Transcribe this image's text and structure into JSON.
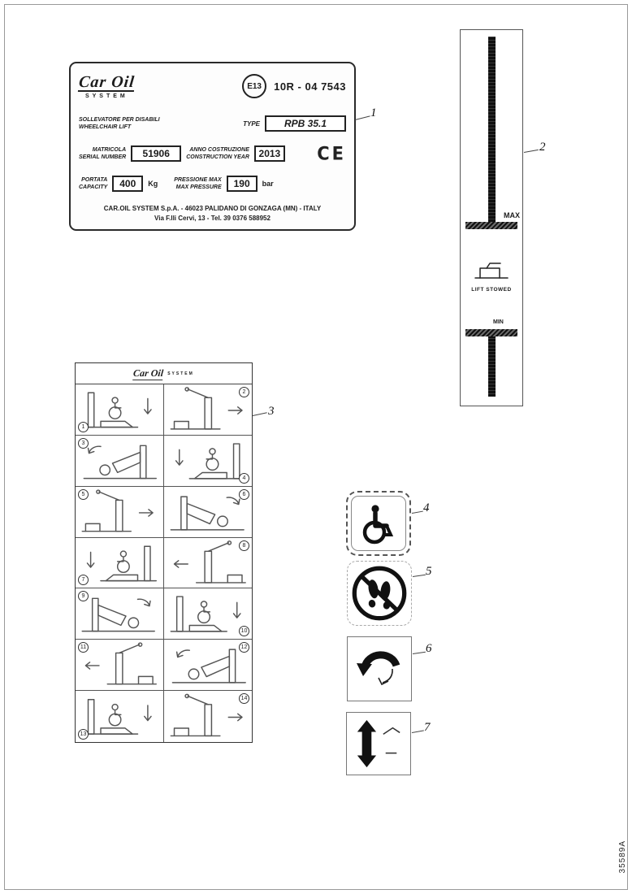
{
  "page": {
    "doc_code": "35589A"
  },
  "callouts": [
    {
      "n": "1"
    },
    {
      "n": "2"
    },
    {
      "n": "3"
    },
    {
      "n": "4"
    },
    {
      "n": "5"
    },
    {
      "n": "6"
    },
    {
      "n": "7"
    }
  ],
  "data_plate": {
    "brand": "Car Oil",
    "brand_sub": "SYSTEM",
    "e_mark": "E13",
    "approval": "10R - 04 7543",
    "product_line1": "SOLLEVATORE PER DISABILI",
    "product_line2": "WHEELCHAIR LIFT",
    "type_label": "TYPE",
    "type_value": "RPB 35.1",
    "serial_label_line1": "MATRICOLA",
    "serial_label_line2": "SERIAL NUMBER",
    "serial_value": "51906",
    "year_label_line1": "ANNO COSTRUZIONE",
    "year_label_line2": "CONSTRUCTION YEAR",
    "year_value": "2013",
    "ce_mark": "CE",
    "capacity_label_line1": "PORTATA",
    "capacity_label_line2": "CAPACITY",
    "capacity_value": "400",
    "capacity_unit": "Kg",
    "pressure_label_line1": "PRESSIONE MAX",
    "pressure_label_line2": "MAX PRESSURE",
    "pressure_value": "190",
    "pressure_unit": "bar",
    "address_line1": "CAR.OIL SYSTEM S.p.A. - 46023 PALIDANO DI GONZAGA (MN) - ITALY",
    "address_line2": "Via F.lli Cervi, 13 - Tel. 39 0376 588952"
  },
  "level_strip": {
    "max_label": "MAX",
    "stowed_label": "LIFT STOWED",
    "min_label": "MIN"
  },
  "instruction_panel": {
    "brand": "Car Oil",
    "brand_sub": "SYSTEM",
    "steps": [
      {
        "n": "1",
        "icon": "pictogram-step-1"
      },
      {
        "n": "2",
        "icon": "pictogram-step-2"
      },
      {
        "n": "3",
        "icon": "pictogram-step-3"
      },
      {
        "n": "4",
        "icon": "pictogram-step-4"
      },
      {
        "n": "5",
        "icon": "pictogram-step-5"
      },
      {
        "n": "6",
        "icon": "pictogram-step-6"
      },
      {
        "n": "7",
        "icon": "pictogram-step-7"
      },
      {
        "n": "8",
        "icon": "pictogram-step-8"
      },
      {
        "n": "9",
        "icon": "pictogram-step-9"
      },
      {
        "n": "10",
        "icon": "pictogram-step-10"
      },
      {
        "n": "11",
        "icon": "pictogram-step-11"
      },
      {
        "n": "12",
        "icon": "pictogram-step-12"
      },
      {
        "n": "13",
        "icon": "pictogram-step-13"
      },
      {
        "n": "14",
        "icon": "pictogram-step-14"
      }
    ]
  },
  "symbols": {
    "wheelchair": {
      "icon": "wheelchair-icon"
    },
    "no_standing": {
      "icon": "no-standing-icon"
    },
    "rotate": {
      "icon": "rotate-arrow-icon"
    },
    "up_down": {
      "icon": "up-down-arrow-icon"
    }
  }
}
